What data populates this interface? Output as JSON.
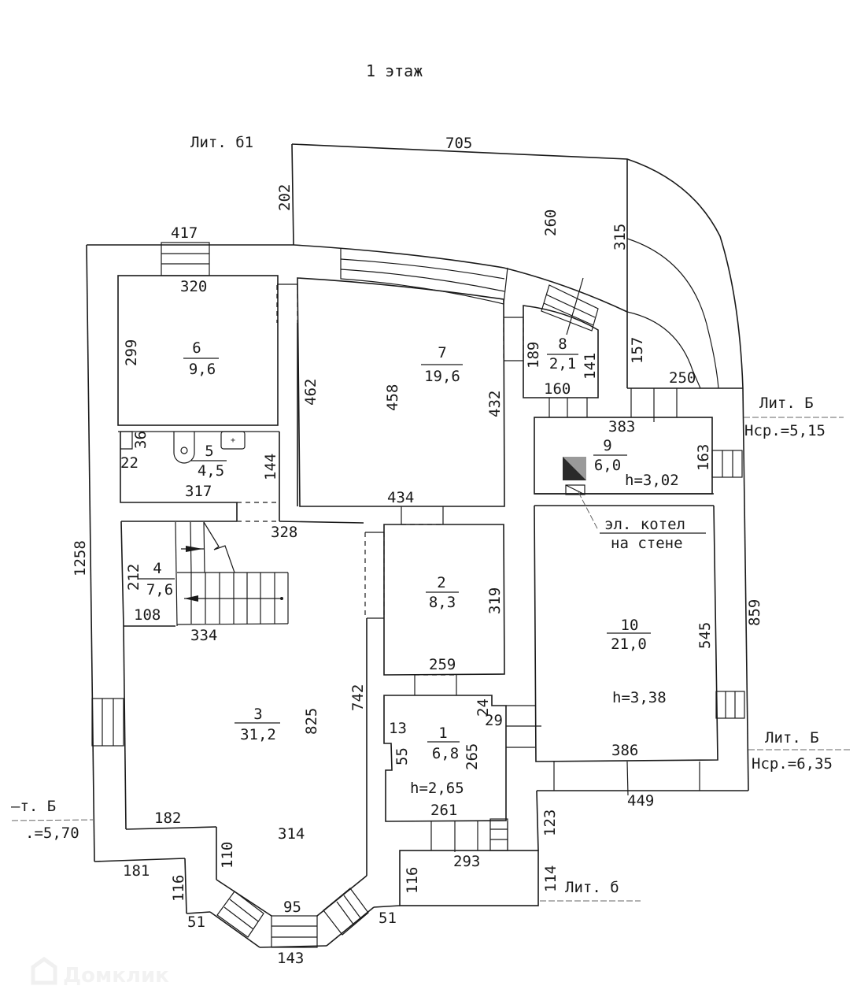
{
  "title": "1 этаж",
  "literals": {
    "b1_top": "Лит. б1",
    "B_right_upper": {
      "name": "Лит. Б",
      "height": "Нср.=5,15"
    },
    "B_right_lower": {
      "name": "Лит. Б",
      "height": "Нср.=6,35"
    },
    "B_left": {
      "name": "—т. Б",
      "height": ".=5,70"
    },
    "b_bottom": "Лит. б"
  },
  "rooms": [
    {
      "number": "1",
      "area": "6,8",
      "height": "h=2,65"
    },
    {
      "number": "2",
      "area": "8,3"
    },
    {
      "number": "3",
      "area": "31,2"
    },
    {
      "number": "4",
      "area": "7,6"
    },
    {
      "number": "5",
      "area": "4,5"
    },
    {
      "number": "6",
      "area": "9,6"
    },
    {
      "number": "7",
      "area": "19,6"
    },
    {
      "number": "8",
      "area": "2,1"
    },
    {
      "number": "9",
      "area": "6,0",
      "height": "h=3,02"
    },
    {
      "number": "10",
      "area": "21,0",
      "height": "h=3,38"
    }
  ],
  "boiler_note": {
    "line1": "эл. котел",
    "line2": "на стене"
  },
  "dimensions": {
    "d705": "705",
    "d202": "202",
    "d260": "260",
    "d315": "315",
    "d417": "417",
    "d320": "320",
    "d299": "299",
    "d462": "462",
    "d458": "458",
    "d432": "432",
    "d189": "189",
    "d141": "141",
    "d160": "160",
    "d157": "157",
    "d250": "250",
    "d383": "383",
    "d163": "163",
    "d36": "36",
    "d22": "22",
    "d144": "144",
    "d317": "317",
    "d434": "434",
    "d328": "328",
    "d212": "212",
    "d108": "108",
    "d334": "334",
    "d1258": "1258",
    "d319": "319",
    "d259": "259",
    "d545": "545",
    "d859": "859",
    "d825": "825",
    "d742": "742",
    "d13": "13",
    "d55": "55",
    "d265": "265",
    "d24": "24",
    "d29": "29",
    "d261": "261",
    "d386": "386",
    "d449": "449",
    "d123": "123",
    "d293": "293",
    "d114": "114",
    "d116a": "116",
    "d116b": "116",
    "d182": "182",
    "d314": "314",
    "d110": "110",
    "d181": "181",
    "d51a": "51",
    "d51b": "51",
    "d95": "95",
    "d143": "143"
  },
  "watermark": "Домклик"
}
